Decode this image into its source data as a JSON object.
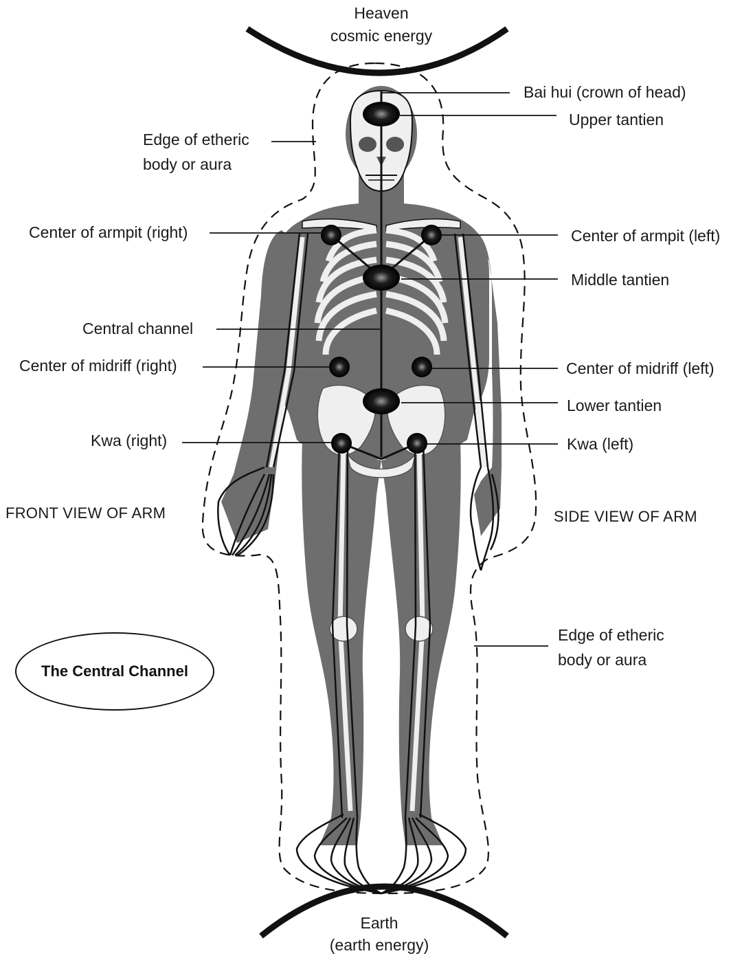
{
  "heaven": {
    "line1": "Heaven",
    "line2": "cosmic energy"
  },
  "earth": {
    "line1": "Earth",
    "line2": "(earth energy)"
  },
  "labels": {
    "bai_hui": "Bai hui (crown of head)",
    "upper_tantien": "Upper tantien",
    "aura_top": {
      "line1": "Edge of etheric",
      "line2": "body or aura"
    },
    "armpit_right": "Center of armpit (right)",
    "armpit_left": "Center of armpit (left)",
    "middle_tantien": "Middle tantien",
    "central_channel": "Central channel",
    "midriff_right": "Center of midriff (right)",
    "midriff_left": "Center of midriff (left)",
    "lower_tantien": "Lower tantien",
    "kwa_right": "Kwa (right)",
    "kwa_left": "Kwa (left)",
    "front_view_arm": "FRONT VIEW OF ARM",
    "side_view_arm": "SIDE VIEW OF ARM",
    "aura_bottom": {
      "line1": "Edge of etheric",
      "line2": "body or aura"
    }
  },
  "title": "The Central Channel",
  "colors": {
    "body": "#6e6e6e",
    "bone": "#efefef",
    "ink": "#111111"
  }
}
